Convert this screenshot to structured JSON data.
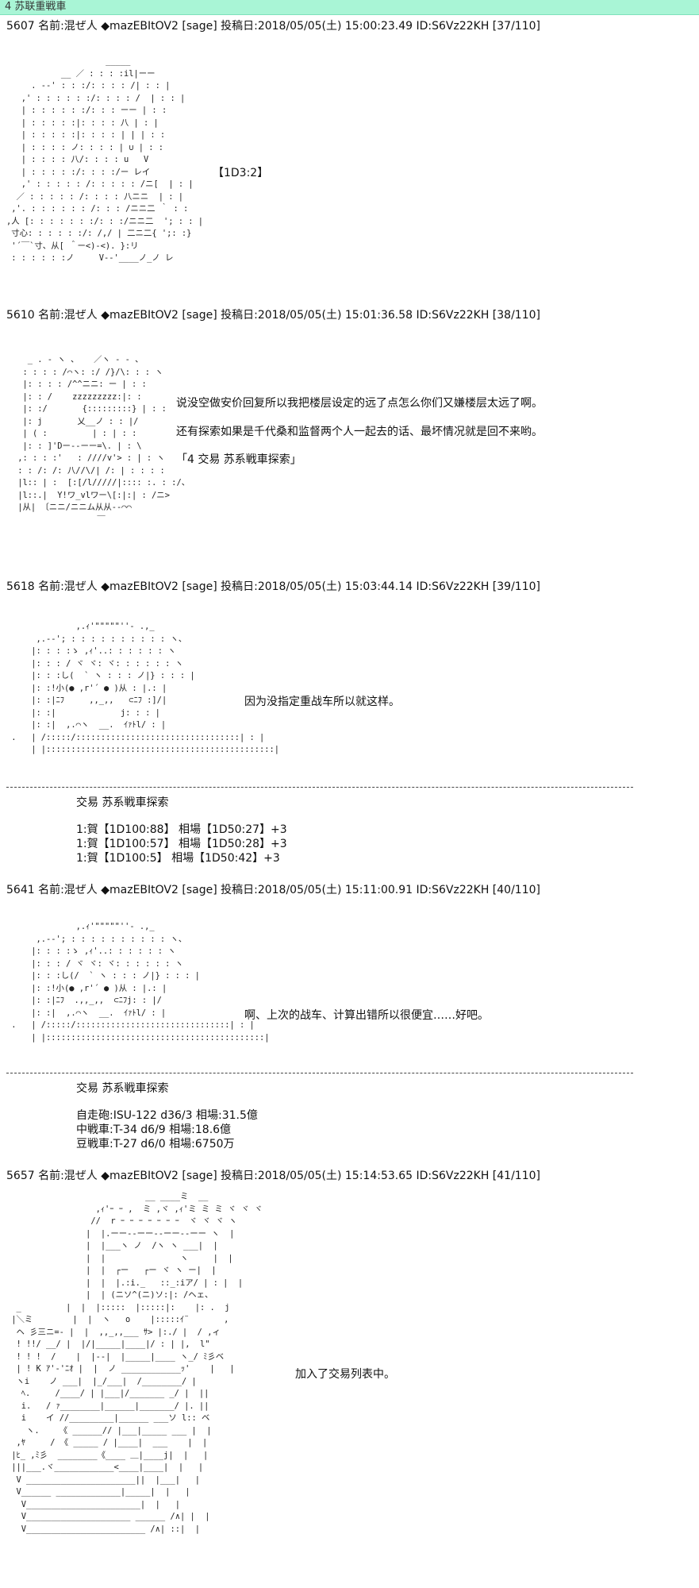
{
  "top_tab": "4 苏联重戦車",
  "posts": [
    {
      "header": "5607 名前:混ぜ人 ◆mazEBItOV2 [sage] 投稿日:2018/05/05(土) 15:00:23.49 ID:S6Vz22KH [37/110]",
      "lines": [
        "【1D3:2】"
      ]
    },
    {
      "header": "5610 名前:混ぜ人 ◆mazEBItOV2 [sage] 投稿日:2018/05/05(土) 15:01:36.58 ID:S6Vz22KH [38/110]",
      "lines": [
        "说没空做安价回复所以我把楼层设定的远了点怎么你们又嫌楼层太远了啊。",
        "还有探索如果是千代桑和监督两个人一起去的话、最坏情况就是回不来哟。",
        "「4 交易 苏系戦車探索」"
      ]
    },
    {
      "header": "5618 名前:混ぜ人 ◆mazEBItOV2 [sage] 投稿日:2018/05/05(土) 15:03:44.14 ID:S6Vz22KH [39/110]",
      "lines": [
        "因为没指定重战车所以就这样。"
      ],
      "extra_title": "交易 苏系戦車探索",
      "extra_lines": [
        "1:賀【1D100:88】 相場【1D50:27】+3",
        "1:賀【1D100:57】 相場【1D50:28】+3",
        "1:賀【1D100:5】 相場【1D50:42】+3"
      ]
    },
    {
      "header": "5641 名前:混ぜ人 ◆mazEBItOV2 [sage] 投稿日:2018/05/05(土) 15:11:00.91 ID:S6Vz22KH [40/110]",
      "lines": [
        "啊、上次的战车、计算出错所以很便宜……好吧。"
      ],
      "extra_title": "交易 苏系戦車探索",
      "extra_lines": [
        "自走砲:ISU-122 d36/3 相場:31.5億",
        "中戦車:T-34 d6/9 相場:18.6億",
        "豆戦車:T-27 d6/0 相場:6750万"
      ]
    },
    {
      "header": "5657 名前:混ぜ人 ◆mazEBItOV2 [sage] 投稿日:2018/05/05(土) 15:14:53.65 ID:S6Vz22KH [41/110]",
      "lines": [
        "加入了交易列表中。"
      ]
    }
  ],
  "art": {
    "a1": "                    _____\n           __ ／ : : : :il|ーー\n     . -‐' : : :/: : : : /| : : |\n   ,' : : : : : :/: : : : /  | : : |\n   | : : : : : :/: : : ーー | : :\n   | : : : : :|: : : : 八 | : |\n   | : : : : :|: : : : | | | : :\n   | : : : : ノ: : : : | ∪ | : :\n   | : : : : 八/: : : : u   V\n   | : : : : :/: : : :/ー レイ\n   ,' : : : : : /: : : : : /ニ[  | : |\n  ／ : : : : : /: : : : 八ニニ  | : |\n ,'. : : : : : : /: : : /ニニ二 ｀ : :\n,人 [: : : : : : :/: : :/ニニ二  '; : : |\n 寸心: : : : : :/: /,/ | 二ニ二{ ';: :}\n '´￣`寸、从[ ＾ー<)-<). }:リ\n : : : : : :ノ     V--'____ノ_ノ レ",
    "a2": "   _ . - ヽ 、   ／ヽ ‐ - 、\n  : : : : /⌒ヽ: :/ /}/\\: : : ヽ\n  |: : : : /^^ニニ: ー | : :\n  |: : /    zzzzzzzzz:|: :\n  |: :/       {:::::::::} | : :\n  |: j       乂__ノ : : |/\n  | ( :         | : | : :\n  |: : ]'Dー-‐ーー=\\. | : \\\n ,: : : :'   : ////v'> : | : ヽ\n : : /: /: 八//\\/| /: | : : : :\n |l:: | :  [:[/l/////|:::: :. : :/、\n |l::.|  Y!ワ_vlワー\\[:|:| : /ニ>\n |从| 〔ニニ/ニニム从从--⌒⌒\n                 ￣",
    "a3": "              ,.ｨ'\"\"\"\"\"''- .,_\n      ,.--'; : : : : : : : : : : ヽ、\n     |: : : :ゝ ,ｨ'..: : : : : : ヽ\n     |: : : / ヾ ヾ: ヾ: : : : : : ヽ\n     |: : :し(  ` ヽ : : : ノ|} : : : |\n     |: :!小(● ,r'´ ● )从 : |.: |\n     |: :|ﾆﾌ     ,,_,,   ⊂ﾆﾌ :]/|\n     |: :|             j: : : |\n     |: :|  ,.⌒ヽ  __.  ｲｧﾄl/ : |\n .   | /:::::/:::::::::::::::::::::::::::::::::| : |\n     | |::::::::::::::::::::::::::::::::::::::::::::::|",
    "a4": "              ,.ｨ'\"\"\"\"\"''- .,_\n      ,.--'; : : : : : : : : : : ヽ、\n     |: : : :ゝ ,ｨ'..: : : : : : ヽ\n     |: : : / ヾ ヾ: ヾ: : : : : : ヽ\n     |: : :し(/  ` ヽ : : : ノ|} : : : |\n     |: :!小(● ,r'´ ● )从 : |.: |\n     |: :|ﾆﾌ  .,,_,,  ⊂ﾆﾌj: : |/\n     |: :|  ,.⌒ヽ  __.  ｲｧﾄl/ : |\n .   | /:::::/:::::::::::::::::::::::::::::::| : |\n     | |::::::::::::::::::::::::::::::::::::::::::::|",
    "a5": "                            __ ____ミ  __\n                  ,ｨ'ｰ ｰ ,  ミ ,ヾ ,ｨ'ミ ミ ミ ヾ ヾ ヾ\n                 //  r ｰ ｰ ｰ ｰ ｰ ｰ ｰ  ヾ ヾ ヾ ヽ\n                |  |.ーー--ーー--ーー--ーー ヽ  |\n                |  |___ヽ ノ  /ヽ ヽ ___|  |\n                |  |               ヽ     |  |\n                |  |  ┌ー   ┌ー ヾ ヽ ー|  |\n                |  |  |.:i._   ::_:iア/ | : |  |\n                |  | (ニソ^(ニ)ソ:|: /ヘェ、\n  _         |  |  |:::::  |:::::|:    |: .  j\n |＼ミ        |  |  ヽ   o    |:::::ｲ¨       ,\n  ヘ 彡三ニ=- |  |  ,,_,,___ ｻ> |:./ |  / ,ィ\n  ! !!/ __/ |  |/|_____|____|/ : | |,  l\"\n  ! ! !  /    |  |--|  |_____|____ ヽ_/ ﾐ彡ベ\n  | ! K ｱ'-'ﾆｵ |  |  ノ ____________ｯ'    |   |\n  ヽi    ノ ___|  |_/___|  /________/ |\n   ﾍ.     /____/ | |___|/_______ _/ |  ||\n   i.   / ｧ________|______|_______/ |. ||\n   i    イ //_________|______ ___ソ l:: ベ\n    ヽ.    《 ______// |___|_____ ___ |  |\n  ,ﾔ     / 《 _____ / |____|  ___    |  |\n |ﾋ_ ,ﾐ彡  ________《____ ＿|____j|  |   |\n |||___.ヾ____________<____|____|  |   |\n  V ______________________||  |___|   |\n  V______ _____________|_____|  |   |\n   V_______________________|  |   |\n   V_____________________ ______ /∧| |  |\n   V________________________ /∧| ::|  |"
  }
}
